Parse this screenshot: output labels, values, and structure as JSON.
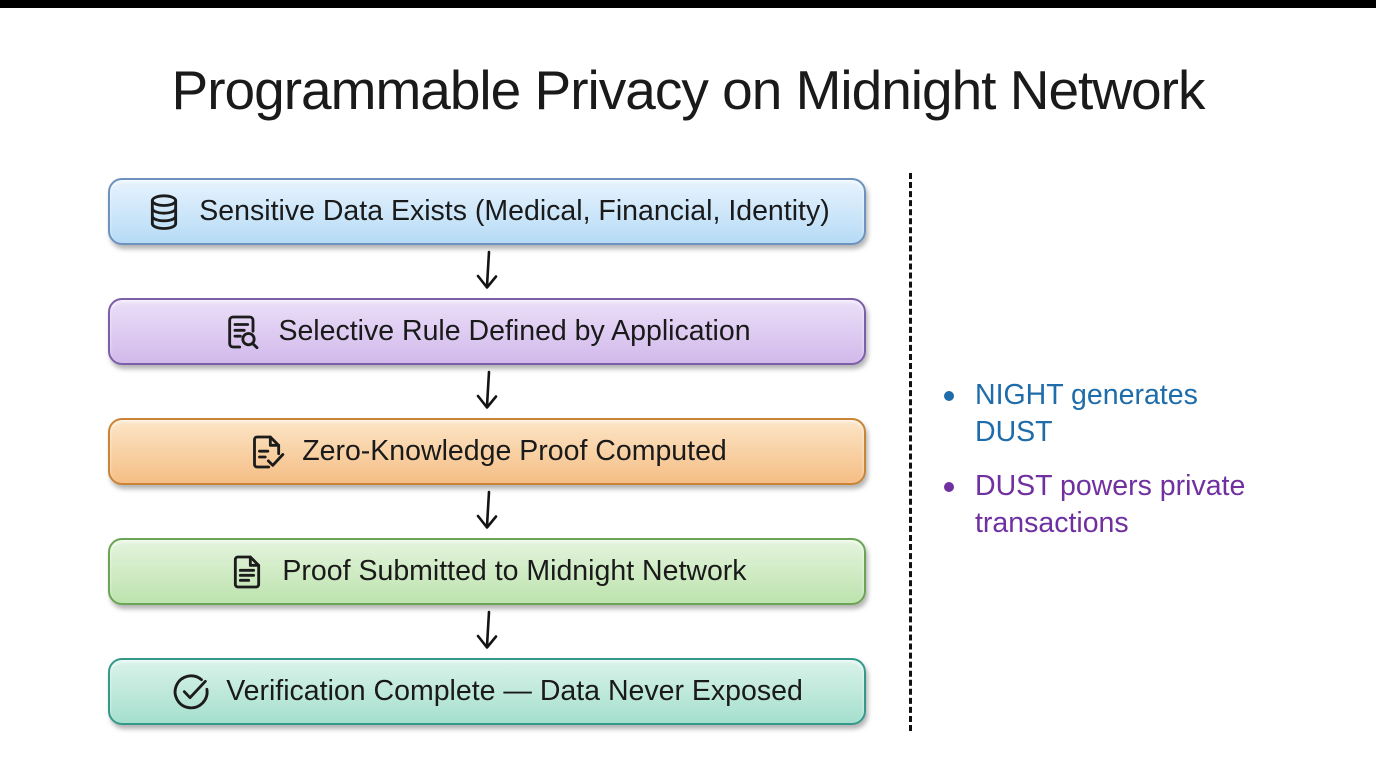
{
  "title": "Programmable Privacy on Midnight Network",
  "flow": {
    "steps": [
      {
        "label": "Sensitive Data Exists (Medical, Financial, Identity)",
        "icon": "database-icon",
        "fill_top": "#E7F3FD",
        "fill_bottom": "#B6DBF6",
        "border": "#6E92BF"
      },
      {
        "label": "Selective Rule Defined by Application",
        "icon": "document-search-icon",
        "fill_top": "#EBDFF8",
        "fill_bottom": "#D2B9EB",
        "border": "#7C5FA9"
      },
      {
        "label": "Zero-Knowledge Proof Computed",
        "icon": "document-check-icon",
        "fill_top": "#FCE5C6",
        "fill_bottom": "#F5BE85",
        "border": "#C98436"
      },
      {
        "label": "Proof Submitted to Midnight Network",
        "icon": "document-icon",
        "fill_top": "#E4F4DD",
        "fill_bottom": "#BDE3AE",
        "border": "#6CA455"
      },
      {
        "label": "Verification Complete — Data Never Exposed",
        "icon": "check-circle-icon",
        "fill_top": "#DAF3EA",
        "fill_bottom": "#A5DFCD",
        "border": "#35998A"
      }
    ]
  },
  "notes": {
    "items": [
      {
        "text": "NIGHT generates DUST",
        "color": "#1E6CAA"
      },
      {
        "text": "DUST powers private transactions",
        "color": "#7030A0"
      }
    ]
  },
  "colors": {
    "background": "#FFFFFF",
    "title_text": "#1A1A1A",
    "step_text": "#1A1A1A",
    "stroke": "#1C1C1C",
    "divider": "#111111"
  }
}
